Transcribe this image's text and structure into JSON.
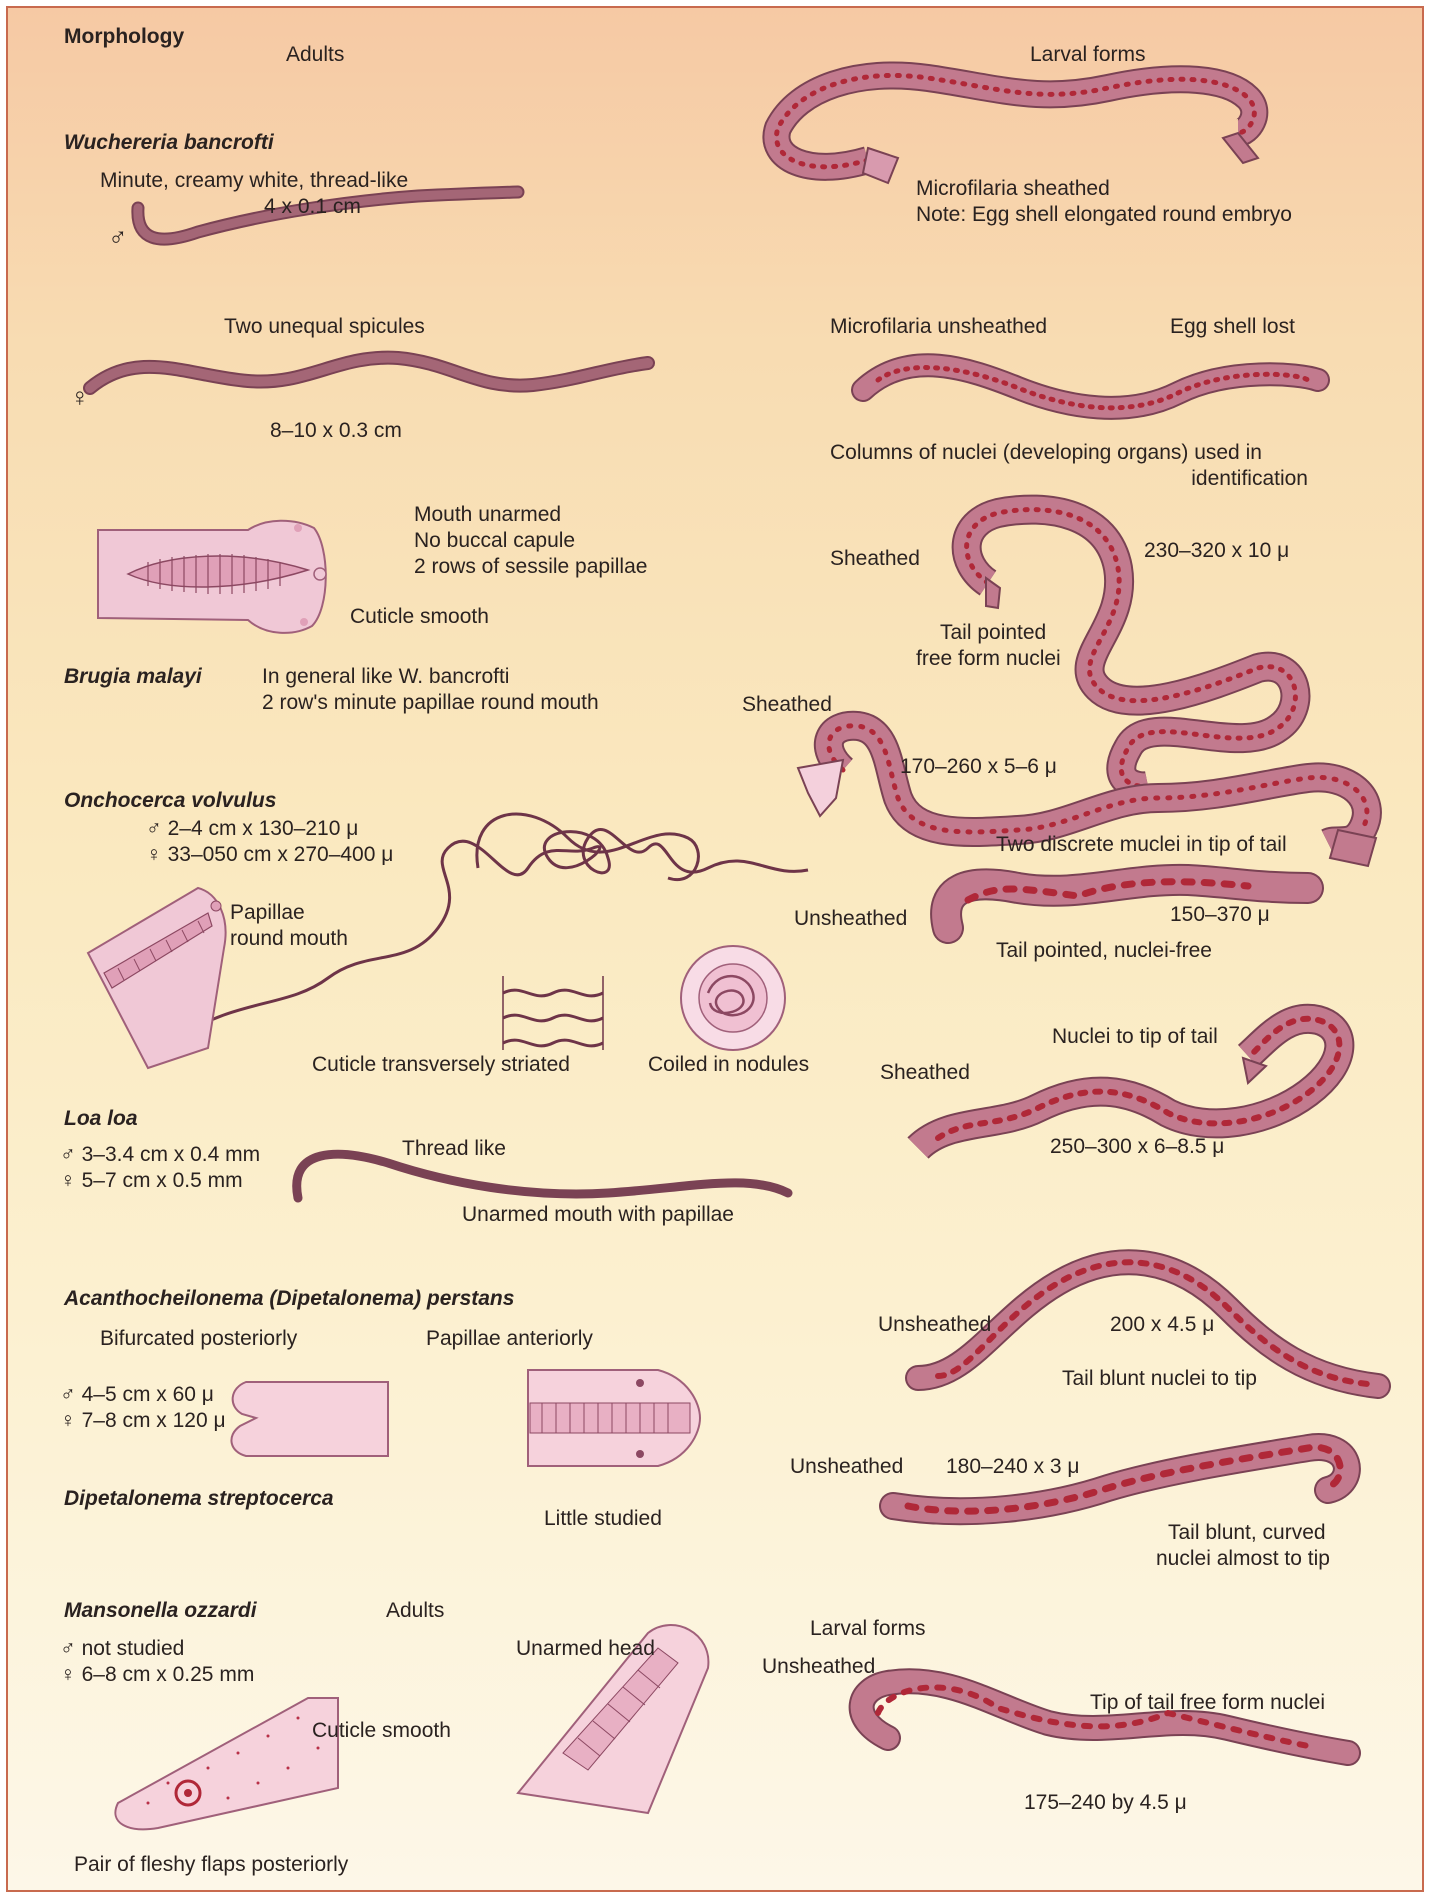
{
  "headings": {
    "morphology": "Morphology",
    "adults": "Adults",
    "larval_forms": "Larval forms"
  },
  "colors": {
    "worm": "#9c5a6e",
    "worm_light": "#e9b4c4",
    "nuclei": "#b8303e",
    "border": "#c86a4e"
  },
  "wuchereria": {
    "name": "Wuchereria bancrofti",
    "male_desc": "Minute, creamy white, thread-like",
    "male_size": "4 x 0.1 cm",
    "male_symbol": "♂",
    "female_symbol": "♀",
    "spicules": "Two unequal spicules",
    "female_size": "8–10 x 0.3 cm",
    "mouth_lines": [
      "Mouth unarmed",
      "No buccal capule",
      "2 rows of sessile papillae"
    ],
    "cuticle": "Cuticle smooth",
    "mf_sheathed": "Microfilaria sheathed",
    "mf_note": "Note: Egg shell elongated round embryo",
    "mf_unsheathed": "Microfilaria unsheathed",
    "egg_lost": "Egg shell lost",
    "columns_line1": "Columns of nuclei (developing organs) used in",
    "columns_line2": "identification",
    "larva_sheathed": "Sheathed",
    "larva_size": "230–320 x 10 μ",
    "tail_line1": "Tail pointed",
    "tail_line2": "free form nuclei"
  },
  "brugia": {
    "name": "Brugia malayi",
    "line1": "In general like W. bancrofti",
    "line2": "2 row's minute papillae round mouth",
    "larva_sheathed": "Sheathed",
    "larva_size": "170–260 x 5–6 μ",
    "tail": "Two discrete muclei in tip of tail"
  },
  "onchocerca": {
    "name": "Onchocerca volvulus",
    "male": "♂ 2–4 cm x 130–210 μ",
    "female": "♀ 33–050 cm x 270–400 μ",
    "papillae_line1": "Papillae",
    "papillae_line2": "round mouth",
    "cuticle": "Cuticle transversely striated",
    "nodules": "Coiled in nodules",
    "larva_unsheathed": "Unsheathed",
    "larva_size": "150–370 μ",
    "tail": "Tail pointed, nuclei-free"
  },
  "loa": {
    "name": "Loa loa",
    "male": "♂ 3–3.4 cm x 0.4 mm",
    "female": "♀ 5–7 cm x 0.5 mm",
    "thread": "Thread like",
    "mouth": "Unarmed mouth with papillae",
    "nuclei_tip": "Nuclei to tip of tail",
    "larva_sheathed": "Sheathed",
    "larva_size": "250–300 x 6–8.5 μ"
  },
  "acantho": {
    "name": "Acanthocheilonema (Dipetalonema) perstans",
    "bifurcated": "Bifurcated posteriorly",
    "papillae": "Papillae anteriorly",
    "male": "♂ 4–5 cm x 60 μ",
    "female": "♀ 7–8 cm x 120 μ",
    "larva_unsheathed": "Unsheathed",
    "larva_size": "200 x 4.5 μ",
    "tail": "Tail blunt nuclei to tip"
  },
  "streptocerca": {
    "name": "Dipetalonema streptocerca",
    "little": "Little studied",
    "larva_unsheathed": "Unsheathed",
    "larva_size": "180–240 x 3 μ",
    "tail_line1": "Tail blunt, curved",
    "tail_line2": "nuclei almost to tip"
  },
  "mansonella": {
    "name": "Mansonella ozzardi",
    "adults": "Adults",
    "male": "♂ not studied",
    "female": "♀ 6–8 cm x 0.25 mm",
    "head": "Unarmed head",
    "cuticle": "Cuticle smooth",
    "flaps": "Pair of fleshy flaps posteriorly",
    "larval_forms": "Larval forms",
    "larva_unsheathed": "Unsheathed",
    "tail": "Tip of tail free form nuclei",
    "larva_size": "175–240 by 4.5 μ"
  }
}
